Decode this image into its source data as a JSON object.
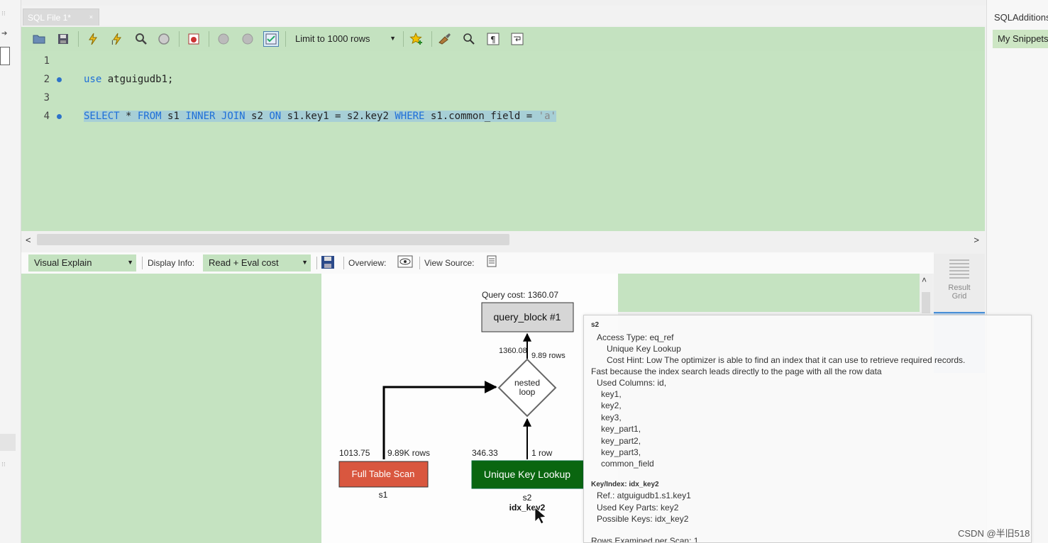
{
  "tab": {
    "title": "SQL File 1*",
    "close": "×"
  },
  "right_panel": {
    "title": "SQLAdditions",
    "snippets": "My Snippets"
  },
  "toolbar": {
    "limit_label": "Limit to 1000 rows"
  },
  "editor": {
    "line_numbers": [
      "1",
      "2",
      "3",
      "4"
    ],
    "line2": {
      "kw": "use",
      "rest": " atguigudb1;"
    },
    "line4": {
      "t1": "SELECT",
      "t2": " * ",
      "t3": "FROM",
      "t4": " s1 ",
      "t5": "INNER JOIN",
      "t6": " s2 ",
      "t7": "ON",
      "t8": " s1.key1 = s2.key2 ",
      "t9": "WHERE",
      "t10": " s1.common_field = ",
      "t11": "'a'"
    }
  },
  "explain_toolbar": {
    "view_combo": "Visual Explain",
    "display_info_label": "Display Info:",
    "display_info_value": "Read + Eval cost",
    "overview_label": "Overview:",
    "view_source_label": "View Source:"
  },
  "result_grid": {
    "line1": "Result",
    "line2": "Grid"
  },
  "diagram": {
    "query_cost": "Query cost: 1360.07",
    "query_block": "query_block #1",
    "nested_cost": "1360.08",
    "nested_rows": "9.89 rows",
    "nested_label_1": "nested",
    "nested_label_2": "loop",
    "fts_cost": "1013.75",
    "fts_rows": "9.89K rows",
    "fts_label": "Full Table Scan",
    "fts_table": "s1",
    "ukl_cost": "346.33",
    "ukl_rows": "1 row",
    "ukl_label": "Unique Key Lookup",
    "ukl_table": "s2",
    "ukl_index": "idx_key2",
    "colors": {
      "fts": "#d9573f",
      "ukl": "#0a6610",
      "block": "#d6d6d6"
    }
  },
  "tooltip": {
    "header": "s2",
    "access_type": "Access Type: eq_ref",
    "lookup": "Unique Key Lookup",
    "cost_hint": "Cost Hint: Low    The optimizer is able to find an index that it can use to retrieve required records.",
    "fast": "Fast because the index search leads directly to the page with all the row data",
    "used_columns": "Used Columns: id,",
    "columns": [
      "key1,",
      "key2,",
      "key3,",
      "key_part1,",
      "key_part2,",
      "key_part3,",
      "common_field"
    ],
    "key_header": "Key/Index: idx_key2",
    "ref": "Ref.:  atguigudb1.s1.key1",
    "used_key_parts": "Used Key Parts:  key2",
    "possible_keys": "Possible Keys:  idx_key2",
    "rows_examined": "Rows Examined per Scan:  1"
  },
  "watermark": "CSDN @半旧518"
}
